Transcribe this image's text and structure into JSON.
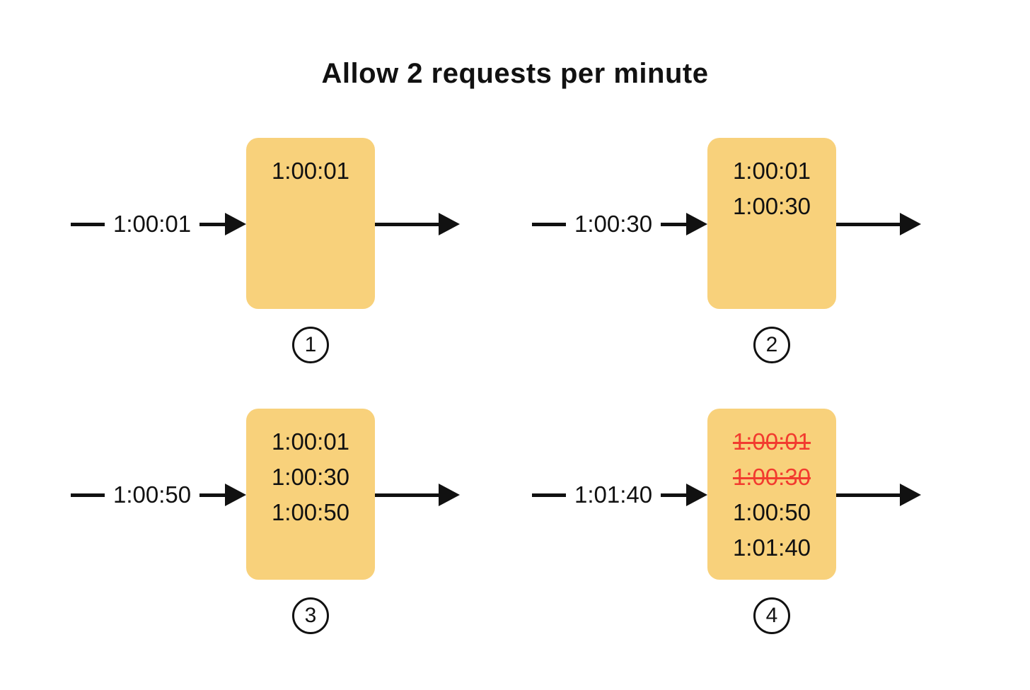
{
  "title": "Allow 2 requests per minute",
  "colors": {
    "box": "#F8D17B",
    "ink": "#111111",
    "expired": "#F23B2F"
  },
  "panels": [
    {
      "step": "1",
      "incoming": "1:00:01",
      "entries": [
        {
          "text": "1:00:01",
          "expired": false
        }
      ]
    },
    {
      "step": "2",
      "incoming": "1:00:30",
      "entries": [
        {
          "text": "1:00:01",
          "expired": false
        },
        {
          "text": "1:00:30",
          "expired": false
        }
      ]
    },
    {
      "step": "3",
      "incoming": "1:00:50",
      "entries": [
        {
          "text": "1:00:01",
          "expired": false
        },
        {
          "text": "1:00:30",
          "expired": false
        },
        {
          "text": "1:00:50",
          "expired": false
        }
      ]
    },
    {
      "step": "4",
      "incoming": "1:01:40",
      "entries": [
        {
          "text": "1:00:01",
          "expired": true
        },
        {
          "text": "1:00:30",
          "expired": true
        },
        {
          "text": "1:00:50",
          "expired": false
        },
        {
          "text": "1:01:40",
          "expired": false
        }
      ]
    }
  ]
}
